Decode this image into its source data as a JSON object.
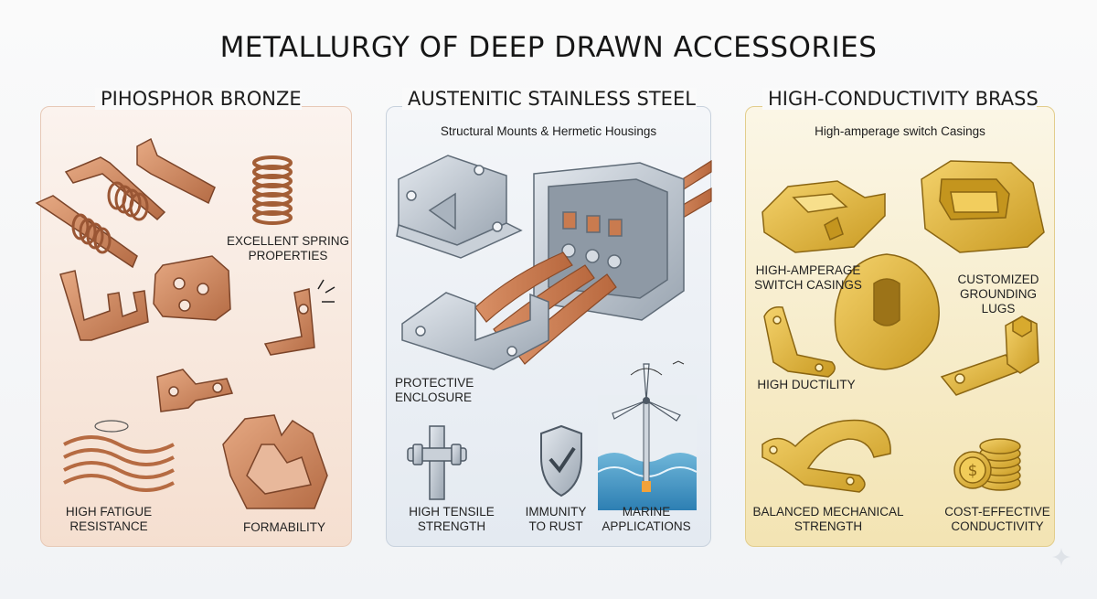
{
  "title": "METALLURGY OF DEEP DRAWN ACCESSORIES",
  "panels": [
    {
      "title": "PIHOSPHOR BRONZE",
      "subtitle": "",
      "labels": {
        "spring": "EXCELLENT SPRING PROPERTIES",
        "fatigue": "HIGH FATIGUE RESISTANCE",
        "formability": "FORMABILITY"
      }
    },
    {
      "title": "AUSTENITIC STAINLESS STEEL",
      "subtitle": "Structural Mounts & Hermetic Housings",
      "labels": {
        "enclosure": "PROTECTIVE ENCLOSURE",
        "tensile": "HIGH TENSILE STRENGTH",
        "rust": "IMMUNITY TO RUST",
        "marine": "MARINE APPLICATIONS"
      }
    },
    {
      "title": "HIGH-CONDUCTIVITY BRASS",
      "subtitle": "High-amperage switch Casings",
      "labels": {
        "casings": "HIGH-AMPERAGE SWITCH CASINGS",
        "lugs": "CUSTOMIZED GROUNDING LUGS",
        "ductility": "HIGH DUCTILITY",
        "mechanical": "BALANCED MECHANICAL STRENGTH",
        "conductivity": "COST-EFFECTIVE CONDUCTIVITY"
      }
    }
  ],
  "colors": {
    "bronze": "#c7825a",
    "steel": "#b9c2cc",
    "copper": "#c97b4f",
    "brass": "#e0b53c"
  }
}
